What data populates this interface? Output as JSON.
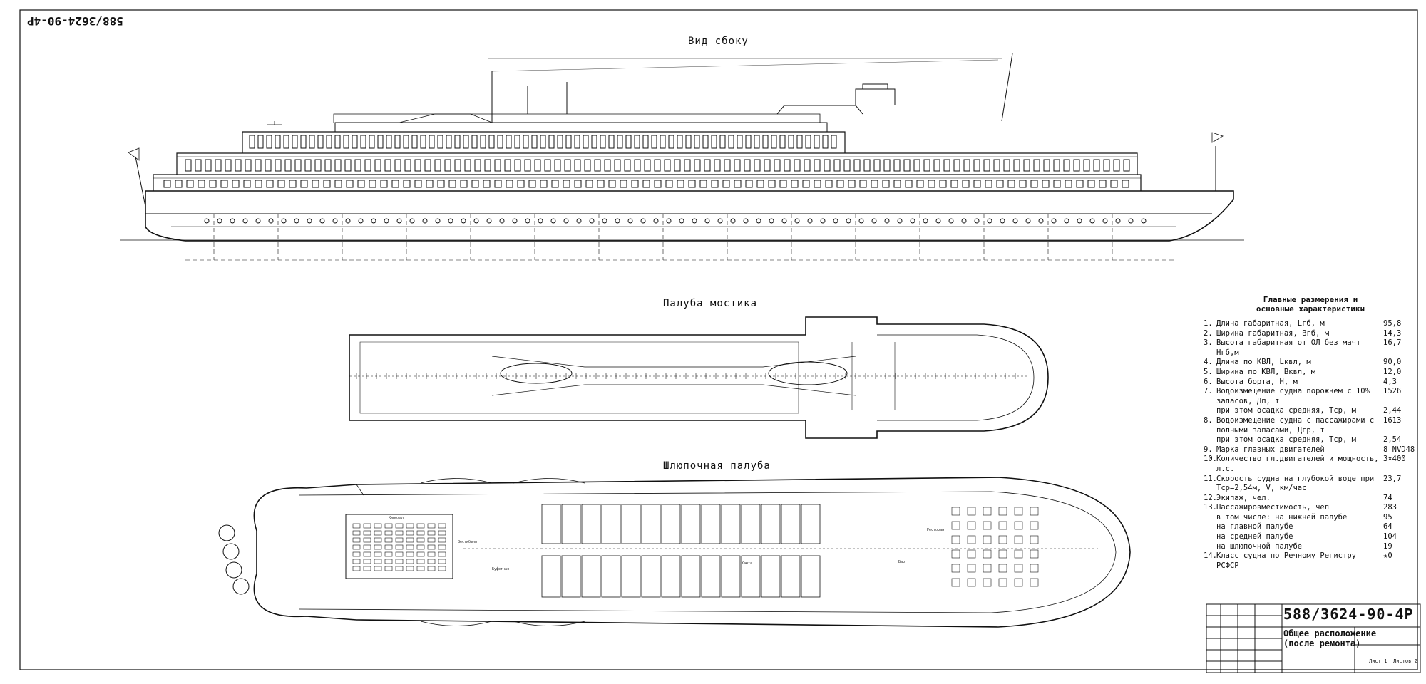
{
  "stamp_top": "588/3624-90-4Р",
  "views": {
    "side": "Вид сбоку",
    "bridge_deck": "Палуба мостика",
    "boat_deck": "Шлюпочная палуба"
  },
  "rooms": {
    "cinema": "Кинозал",
    "lobby": "Вестибюль",
    "bar": "Бар",
    "restaurant": "Ресторан",
    "pantry": "Буфетная",
    "cabin": "Каюта"
  },
  "specs": {
    "title_line1": "Главные размерения и",
    "title_line2": "основные характеристики",
    "rows": [
      {
        "n": "1.",
        "label": "Длина габаритная, Lгб, м",
        "value": "95,8"
      },
      {
        "n": "2.",
        "label": "Ширина габаритная, Bгб, м",
        "value": "14,3"
      },
      {
        "n": "3.",
        "label": "Высота габаритная от ОЛ без мачт Hгб,м",
        "value": "16,7"
      },
      {
        "n": "4.",
        "label": "Длина по КВЛ, Lквл, м",
        "value": "90,0"
      },
      {
        "n": "5.",
        "label": "Ширина по КВЛ, Bквл, м",
        "value": "12,0"
      },
      {
        "n": "6.",
        "label": "Высота борта, H, м",
        "value": "4,3"
      },
      {
        "n": "7.",
        "label": "Водоизмещение судна порожнем с 10% запасов, Дп, т",
        "value": "1526"
      },
      {
        "n": "",
        "label": "при этом осадка средняя, Tср, м",
        "value": "2,44"
      },
      {
        "n": "8.",
        "label": "Водоизмещение судна с пассажирами с полными запасами, Дгр, т",
        "value": "1613"
      },
      {
        "n": "",
        "label": "при этом осадка средняя, Tср, м",
        "value": "2,54"
      },
      {
        "n": "9.",
        "label": "Марка главных двигателей",
        "value": "8 NVD48"
      },
      {
        "n": "10.",
        "label": "Количество гл.двигателей и мощность, л.с.",
        "value": "3×400"
      },
      {
        "n": "11.",
        "label": "Скорость судна на глубокой воде при Tср=2,54м, V, км/час",
        "value": "23,7"
      },
      {
        "n": "12.",
        "label": "Экипаж, чел.",
        "value": "74"
      },
      {
        "n": "13.",
        "label": "Пассажировместимость, чел",
        "value": "283"
      },
      {
        "n": "",
        "label": "в том числе: на нижней палубе",
        "value": "95"
      },
      {
        "n": "",
        "label": "на главной палубе",
        "value": "64"
      },
      {
        "n": "",
        "label": "на средней палубе",
        "value": "104"
      },
      {
        "n": "",
        "label": "на шлюпочной палубе",
        "value": "19"
      },
      {
        "n": "14.",
        "label": "Класс судна по Речному Регистру РСФСР",
        "value": "★0"
      }
    ]
  },
  "title_block": {
    "code": "588/3624-90-4Р",
    "name_line1": "Общее расположение",
    "name_line2": "(после ремонта)",
    "sheet": "Лист 1",
    "sheets": "Листов 2"
  }
}
